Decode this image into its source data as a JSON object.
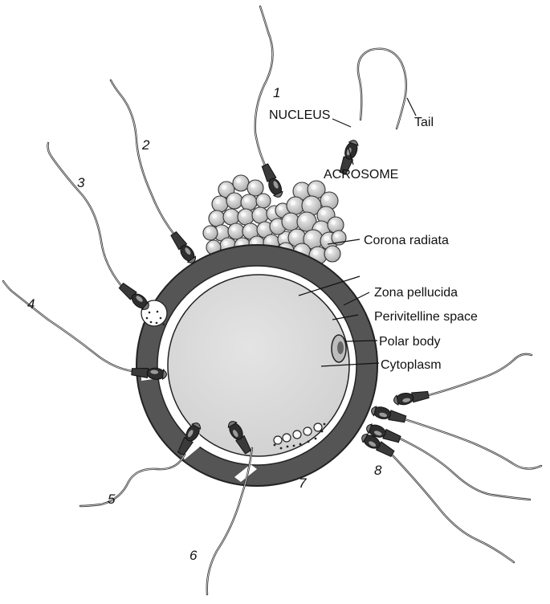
{
  "labels": {
    "nucleus": "NUCLEUS",
    "acrosome": "ACROSOME",
    "tail": "Tail",
    "corona_radiata": "Corona radiata",
    "zona_pellucida": "Zona pellucida",
    "perivitelline_space": "Perivitelline space",
    "polar_body": "Polar body",
    "cytoplasm": "Cytoplasm"
  },
  "stages": [
    "1",
    "2",
    "3",
    "4",
    "5",
    "6",
    "7",
    "8"
  ],
  "colors": {
    "zona": "#555555",
    "cytoplasm": "#d9d9d9",
    "sperm_head": "#2e2e2e",
    "corona_cell": "#cfcfcf",
    "stroke": "#222222"
  }
}
